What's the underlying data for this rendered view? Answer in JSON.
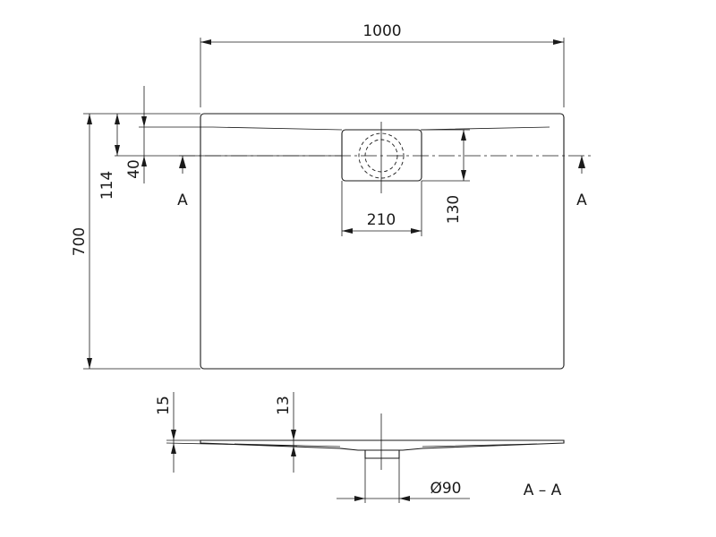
{
  "dimensions": {
    "width": "1000",
    "height": "700",
    "offset_114": "114",
    "offset_40": "40",
    "drain_width": "210",
    "drain_depth": "130",
    "thickness_15": "15",
    "thickness_13": "13",
    "outlet_diameter": "Ø90"
  },
  "section": {
    "marker_left": "A",
    "marker_right": "A",
    "label": "A – A"
  }
}
